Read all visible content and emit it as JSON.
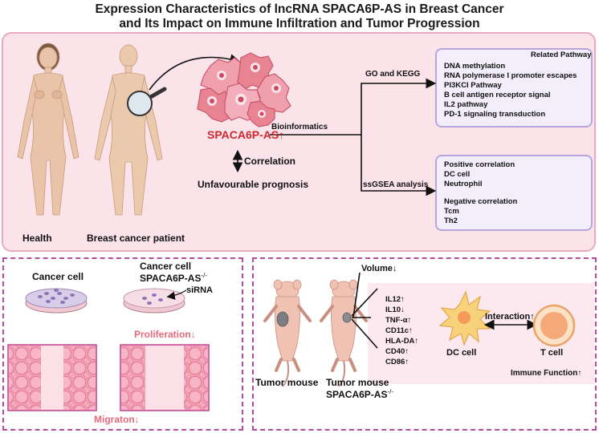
{
  "title": {
    "line1": "Expression Characteristics of lncRNA SPACA6P-AS in Breast Cancer",
    "line2": "and Its Impact on Immune Infiltration and Tumor Progression"
  },
  "top": {
    "health_label": "Health",
    "patient_label": "Breast cancer patient",
    "gene_label": "SPACA6P-AS↑",
    "correlation_label": "Correlation",
    "prognosis_label": "Unfavourable prognosis",
    "bioinformatics_label": "Bioinformatics",
    "go_kegg_label": "GO and KEGG",
    "ssgsea_label": "ssGSEA analysis",
    "pathway_box": {
      "heading": "Related Pathway",
      "items": [
        "DNA methylation",
        "RNA polymerase I promoter escapes",
        "PI3KCI Pathway",
        "B cell antigen receptor signal",
        "IL2 pathway",
        "PD-1 signaling transduction"
      ]
    },
    "correlation_box": {
      "positive_heading": "Positive correlation",
      "positive_items": [
        "DC cell",
        "Neutrophil"
      ],
      "negative_heading": "Negative correlation",
      "negative_items": [
        "Tcm",
        "Th2"
      ]
    }
  },
  "bottom_left": {
    "cancer_cell_label": "Cancer cell",
    "knockdown_line1": "Cancer cell",
    "knockdown_line2": "SPACA6P-AS",
    "knockdown_sup": "-/-",
    "sirna_label": "siRNA",
    "proliferation_label": "Proliferation↓",
    "migration_label": "Migraton↓"
  },
  "bottom_right": {
    "tumor_mouse_label": "Tumor mouse",
    "knockout_line1": "Tumor mouse",
    "knockout_line2": "SPACA6P-AS",
    "knockout_sup": "-/-",
    "volume_label": "Volume↓",
    "markers": [
      "IL12↑",
      "IL10↓",
      "TNF-α↑",
      "CD11c↑",
      "HLA-DA↑",
      "CD40↑",
      "CD86↑"
    ],
    "dc_cell_label": "DC cell",
    "interaction_label": "Interaction↑",
    "t_cell_label": "T cell",
    "immune_function_label": "Immune Function↑"
  },
  "colors": {
    "top_panel": "#fbe3ea",
    "dashed_border": "#b54a9a",
    "box_fill": "#f3eefb",
    "box_border": "#b7a6dc",
    "gene_red": "#d0282e",
    "result_pink": "#e46a7a"
  }
}
